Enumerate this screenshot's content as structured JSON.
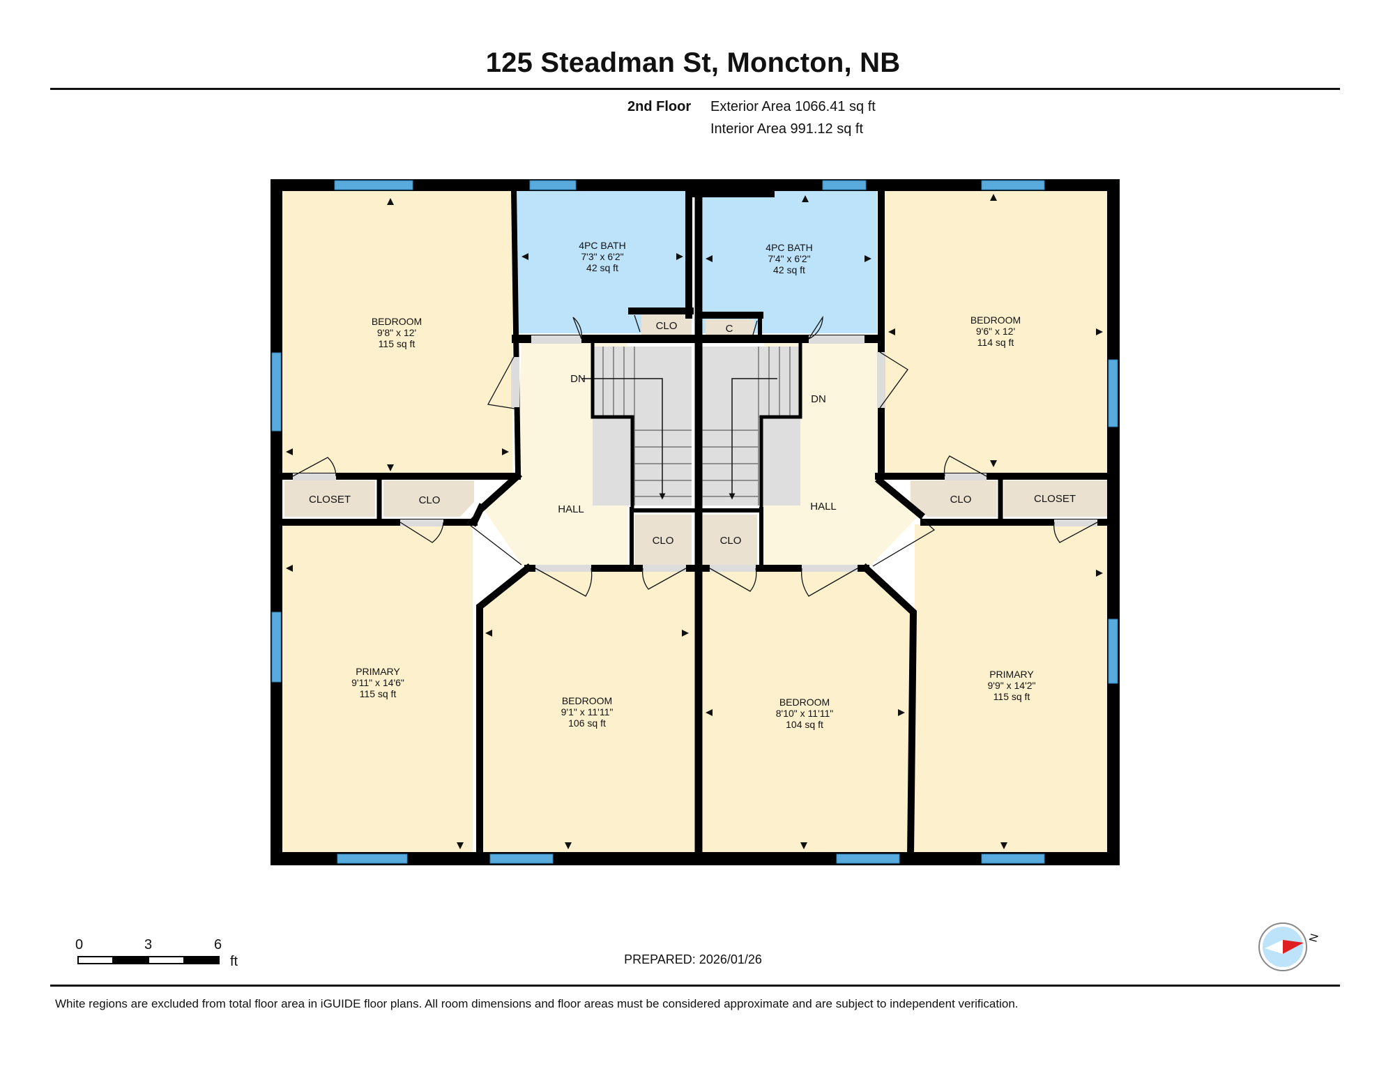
{
  "header": {
    "title": "125 Steadman St, Moncton, NB",
    "floor_label": "2nd Floor",
    "exterior_area": "Exterior Area 1066.41 sq ft",
    "interior_area": "Interior Area 991.12 sq ft"
  },
  "rooms": {
    "bedroom_nw": {
      "name": "BEDROOM",
      "dims": "9'8\" x 12'",
      "area": "115 sq ft"
    },
    "bath_w": {
      "name": "4PC BATH",
      "dims": "7'3\" x 6'2\"",
      "area": "42 sq ft"
    },
    "bath_e": {
      "name": "4PC BATH",
      "dims": "7'4\" x 6'2\"",
      "area": "42 sq ft"
    },
    "bedroom_ne": {
      "name": "BEDROOM",
      "dims": "9'6\" x 12'",
      "area": "114 sq ft"
    },
    "primary_w": {
      "name": "PRIMARY",
      "dims": "9'11\" x 14'6\"",
      "area": "115 sq ft"
    },
    "bedroom_sw": {
      "name": "BEDROOM",
      "dims": "9'1\" x 11'11\"",
      "area": "106 sq ft"
    },
    "bedroom_se": {
      "name": "BEDROOM",
      "dims": "8'10\" x 11'11\"",
      "area": "104 sq ft"
    },
    "primary_e": {
      "name": "PRIMARY",
      "dims": "9'9\" x 14'2\"",
      "area": "115 sq ft"
    }
  },
  "labels": {
    "hall_w": "HALL",
    "hall_e": "HALL",
    "dn_w": "DN",
    "dn_e": "DN",
    "closet_w": "CLOSET",
    "clo_w_upper": "CLO",
    "clo_bath_w": "CLO",
    "c_bath_e": "C",
    "clo_center_w": "CLO",
    "clo_center_e": "CLO",
    "clo_e_upper": "CLO",
    "closet_e": "CLOSET"
  },
  "scale": {
    "ticks": [
      "0",
      "3",
      "6"
    ],
    "unit": "ft"
  },
  "prepared": "PREPARED: 2026/01/26",
  "compass": {
    "label": "N"
  },
  "disclaimer": "White regions are excluded from total floor area in iGUIDE floor plans. All room dimensions and floor areas must be considered approximate and are subject to independent verification.",
  "colors": {
    "room_fill": "#fdf0cc",
    "bath_fill": "#bde3fb",
    "closet_fill": "#ebe1d0",
    "hall_fill": "#fdf6de",
    "stair_fill": "#dedede",
    "wall": "#000000",
    "window": "#5aabdd"
  }
}
